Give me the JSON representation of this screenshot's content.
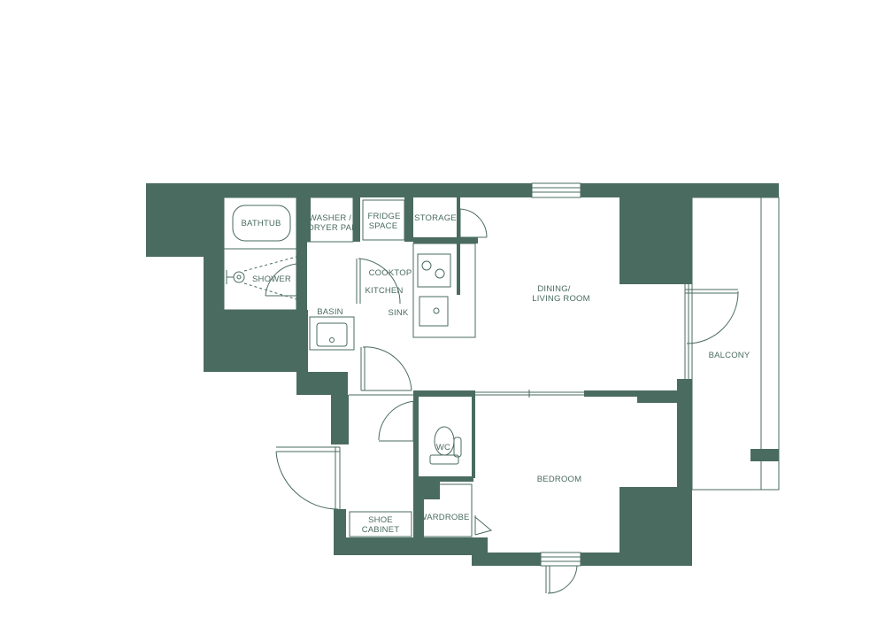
{
  "colors": {
    "wall": "#4a6b60",
    "line": "#4a6b60",
    "background": "#ffffff"
  },
  "rooms": {
    "bathtub": "BATHTUB",
    "shower": "SHOWER",
    "washer_line1": "WASHER /",
    "washer_line2": "DRYER PAN",
    "fridge_line1": "FRIDGE",
    "fridge_line2": "SPACE",
    "storage": "STORAGE",
    "cooktop": "COOKTOP",
    "kitchen": "KITCHEN",
    "sink": "SINK",
    "basin": "BASIN",
    "dining_line1": "DINING/",
    "dining_line2": "LIVING ROOM",
    "balcony": "BALCONY",
    "wc": "WC",
    "bedroom": "BEDROOM",
    "wardrobe": "WARDROBE",
    "shoe_line1": "SHOE",
    "shoe_line2": "CABINET"
  }
}
